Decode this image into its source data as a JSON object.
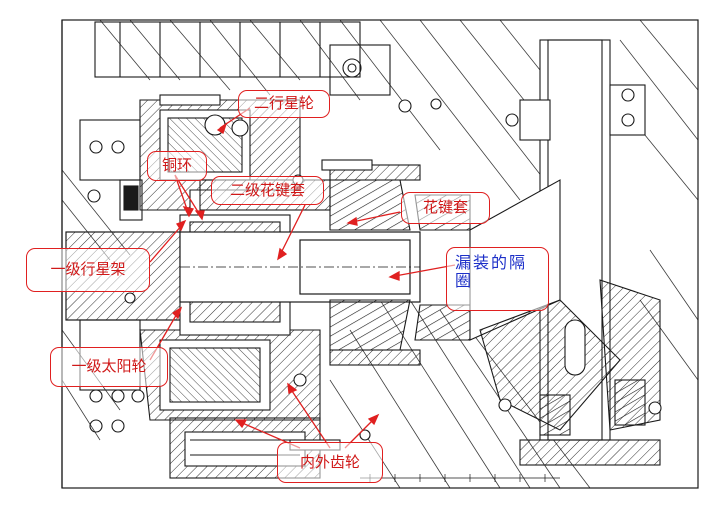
{
  "labels": {
    "secondary_planet": "二行星轮",
    "copper_ring": "铜环",
    "secondary_spline": "二级花键套",
    "spline_sleeve": "花键套",
    "primary_carrier": "一级行星架",
    "missing_spacer": "漏装的隔圈",
    "primary_sun": "一级太阳轮",
    "ring_gear": "内外齿轮"
  },
  "colors": {
    "line": "#1a1a1a",
    "callout_border": "#e02020",
    "callout_text": "#d01818",
    "highlight_text": "#1c2fc8"
  }
}
